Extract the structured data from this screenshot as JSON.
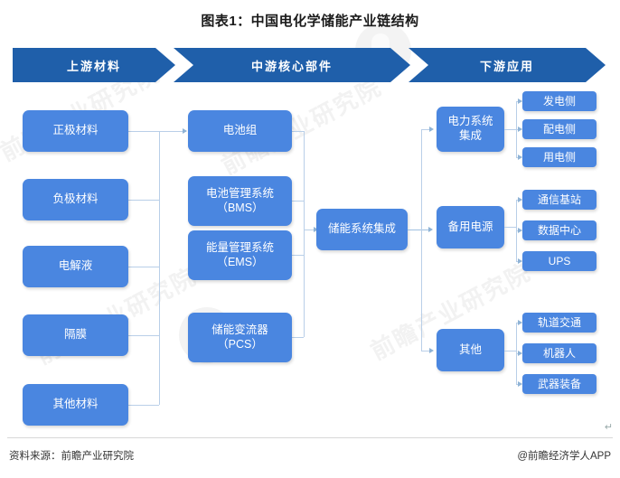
{
  "title": "图表1：中国电化学储能产业链结构",
  "header": {
    "stages": [
      {
        "label": "上游材料"
      },
      {
        "label": "中游核心部件"
      },
      {
        "label": "下游应用"
      }
    ]
  },
  "upstream": {
    "items": [
      {
        "label": "正极材料"
      },
      {
        "label": "负极材料"
      },
      {
        "label": "电解液"
      },
      {
        "label": "隔膜"
      },
      {
        "label": "其他材料"
      }
    ]
  },
  "midstream": {
    "items": [
      {
        "line1": "电池组",
        "line2": ""
      },
      {
        "line1": "电池管理系统",
        "line2": "（BMS）"
      },
      {
        "line1": "能量管理系统",
        "line2": "（EMS）"
      },
      {
        "line1": "储能变流器",
        "line2": "（PCS）"
      }
    ],
    "integration": {
      "label": "储能系统集成"
    }
  },
  "downstream": {
    "groups": [
      {
        "line1": "电力系统",
        "line2": "集成",
        "children": [
          {
            "label": "发电侧"
          },
          {
            "label": "配电侧"
          },
          {
            "label": "用电侧"
          }
        ]
      },
      {
        "line1": "备用电源",
        "line2": "",
        "children": [
          {
            "label": "通信基站"
          },
          {
            "label": "数据中心"
          },
          {
            "label": "UPS"
          }
        ]
      },
      {
        "line1": "其他",
        "line2": "",
        "children": [
          {
            "label": "轨道交通"
          },
          {
            "label": "机器人"
          },
          {
            "label": "武器装备"
          }
        ]
      }
    ]
  },
  "footer": {
    "source": "资料来源：前瞻产业研究院",
    "brand": "@前瞻经济学人APP",
    "pilcrow": "↵"
  },
  "colors": {
    "header_blue": "#1f5faa",
    "box_blue": "#4a86e0",
    "line_blue": "#b9cfe8",
    "page_bg": "#ffffff"
  },
  "watermarks": [
    {
      "text": "前瞻产业研究院"
    },
    {
      "text": "前瞻产业研究院"
    },
    {
      "text": "前瞻产业研究院"
    },
    {
      "text": "前瞻产业研究院"
    }
  ]
}
